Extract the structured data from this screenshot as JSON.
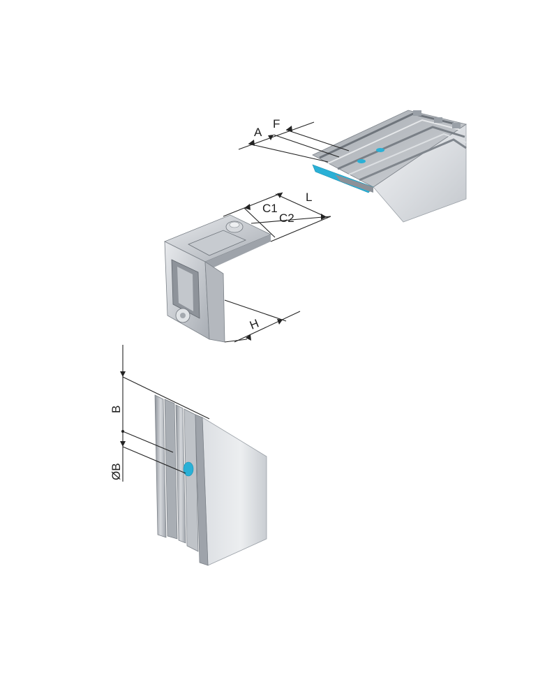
{
  "labels": {
    "A": "A",
    "F": "F",
    "L": "L",
    "C1": "C1",
    "C2": "C2",
    "H": "H",
    "B": "B",
    "OB": "ØB"
  },
  "colors": {
    "accent_blue": "#2ab0d6",
    "metal_light": "#e4e6e9",
    "metal_mid": "#b9bdc3",
    "metal_dark": "#7c8189",
    "line": "#222222"
  }
}
